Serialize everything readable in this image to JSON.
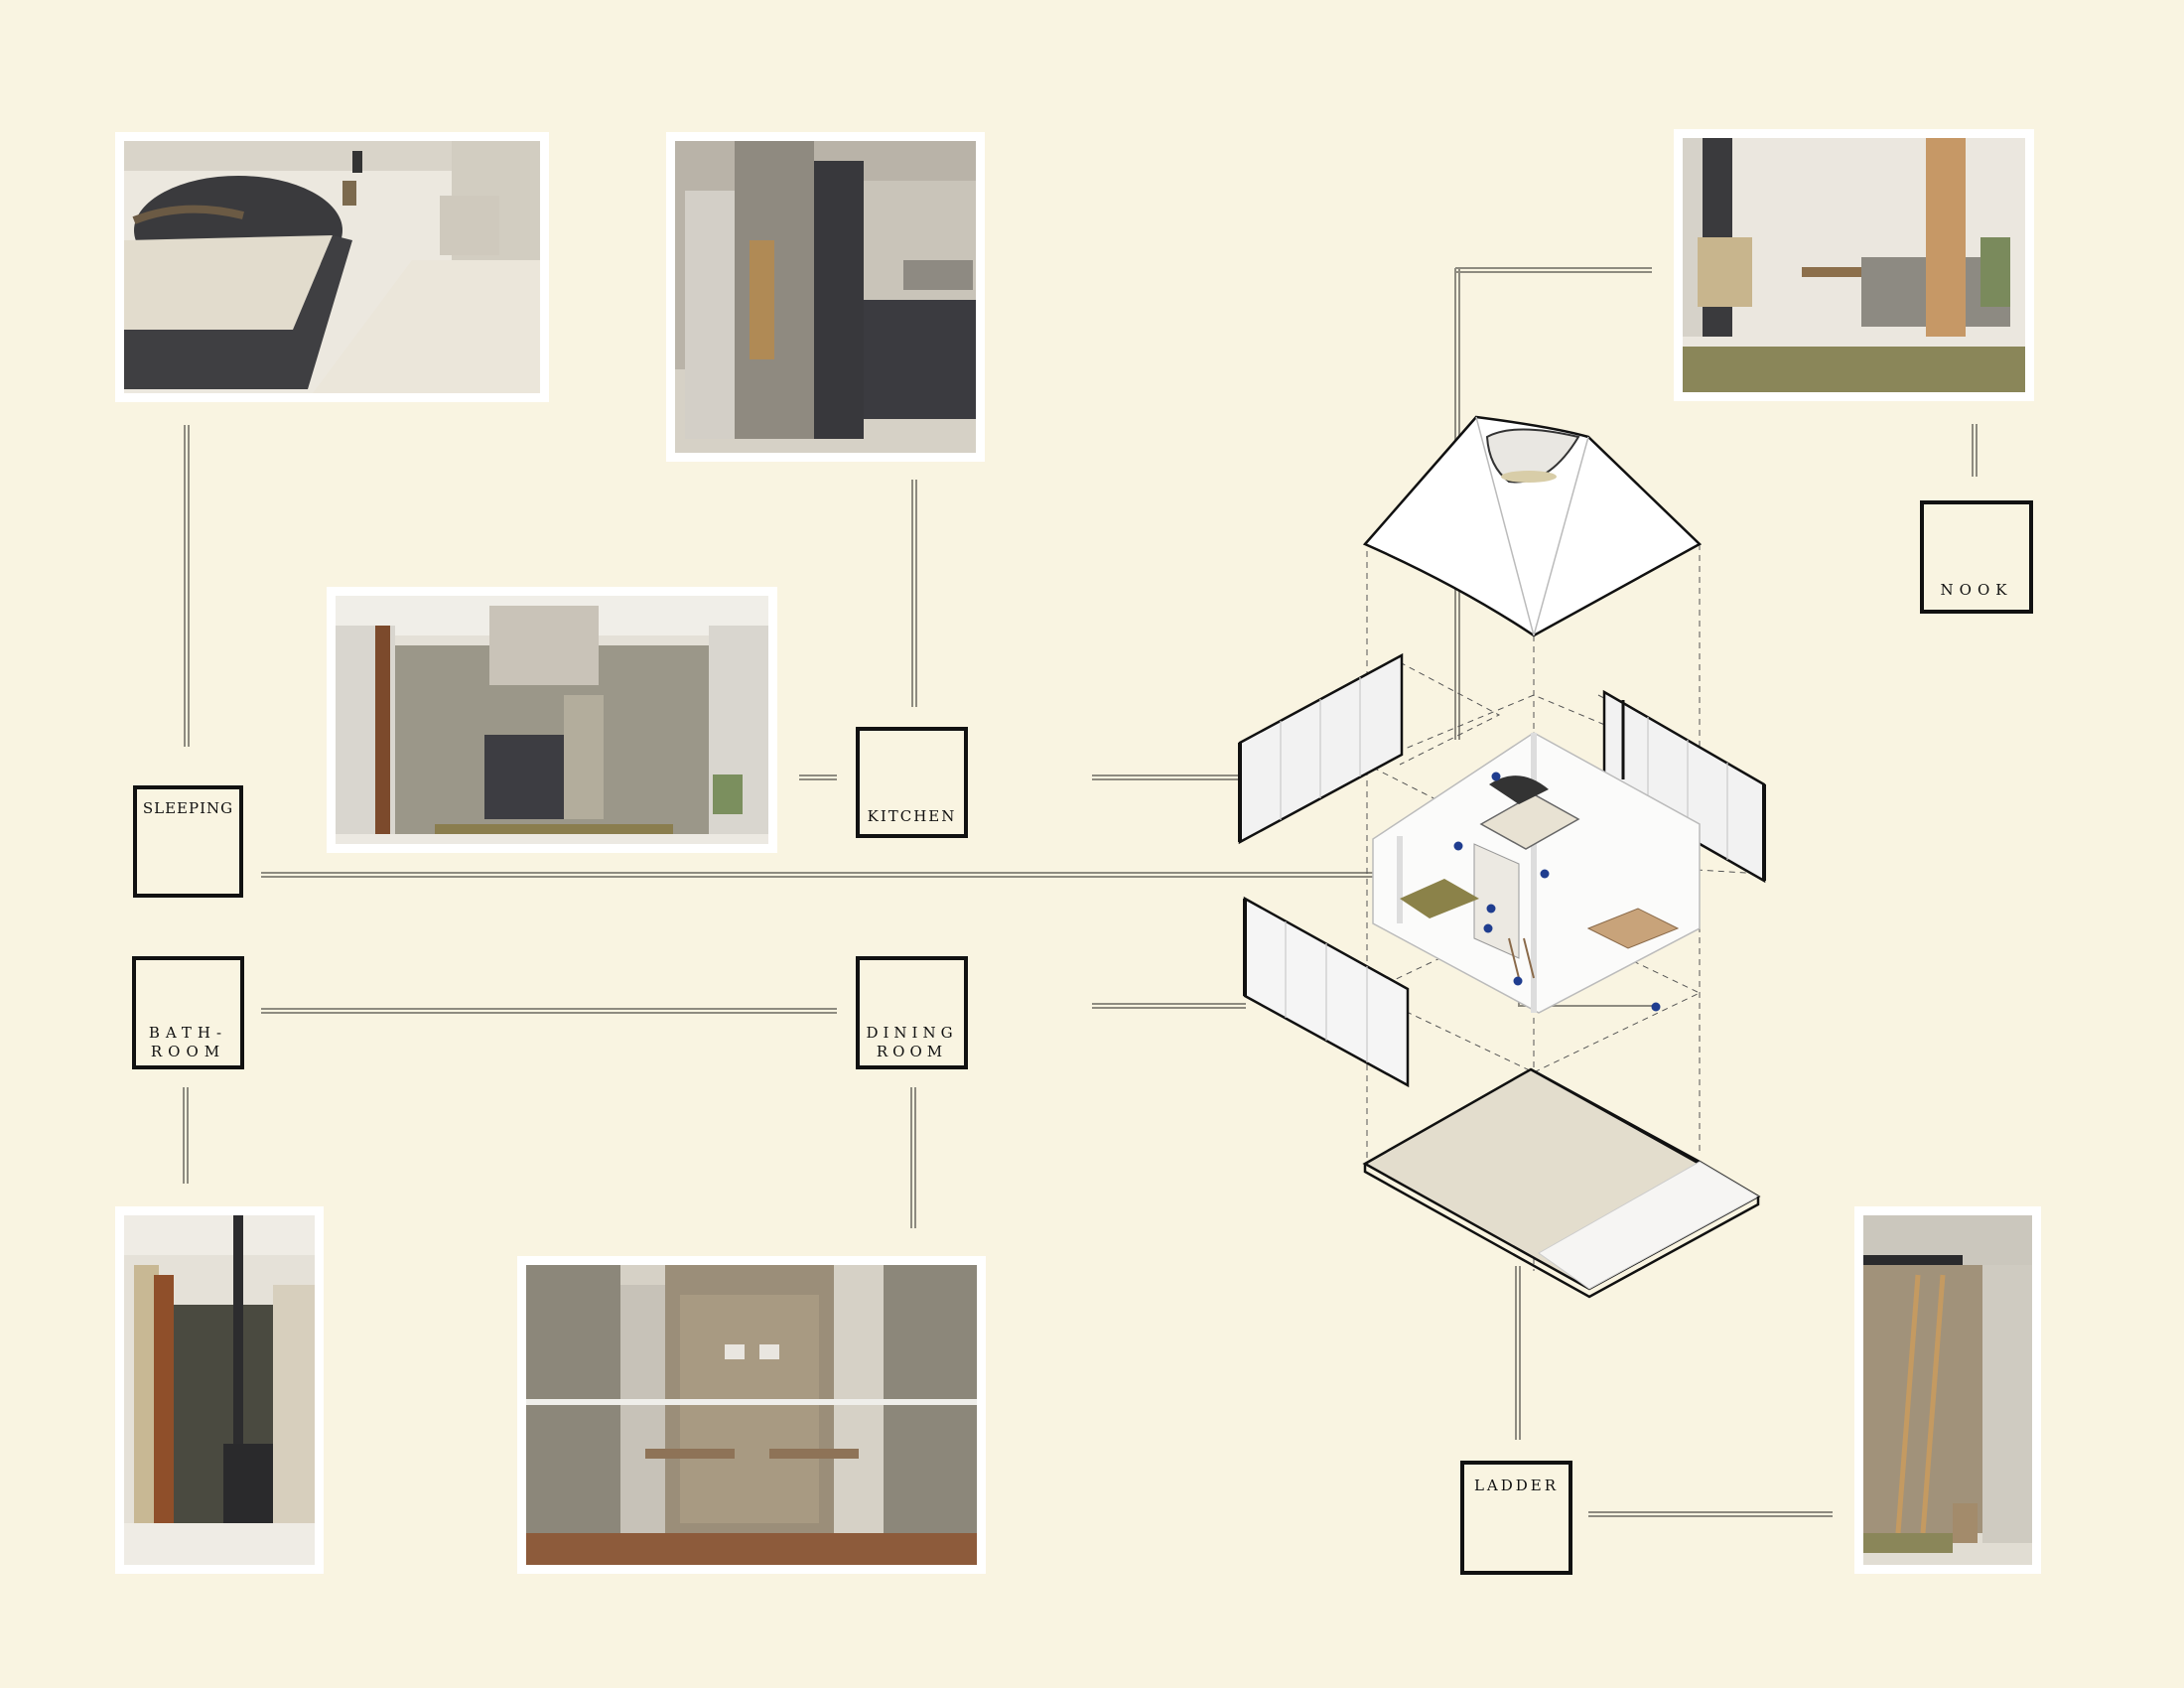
{
  "labels": {
    "sleeping": "SLEEPING",
    "kitchen": "KITCHEN",
    "nook": "NOOK",
    "bathroom": "BATH-\nROOM",
    "dining": "DINING\nROOM",
    "ladder": "LADDER"
  },
  "photos": {
    "sleeping": "sleeping-render",
    "kitchen_tower": "kitchen-tower-render",
    "kitchen_wide": "kitchen-wide-render",
    "nook": "nook-render",
    "bathroom": "bathroom-render",
    "dining": "dining-render",
    "ladder": "ladder-render"
  },
  "colors": {
    "background": "#f9f4e1",
    "line": "#9a968a",
    "box_stroke": "#111111",
    "marker": "#1f3d8f"
  }
}
